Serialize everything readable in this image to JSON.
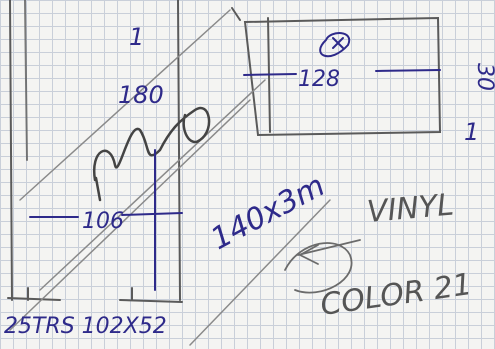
{
  "sketch": {
    "left_box_top_mark": "1",
    "left_box_height_label": "180",
    "left_box_width_label": "106",
    "right_box_width_label": "128",
    "right_box_height_label": "30",
    "right_box_bottom_mark": "1",
    "stock_size_note": "25TRS 102X52",
    "panel_size_note": "140x3m",
    "material_note_line1": "VINYL",
    "material_note_line2": "COLOR 21"
  },
  "colors": {
    "ink_blue": "#2e2a8a",
    "pencil_grey": "#555555",
    "grid": "#c9cfd9",
    "paper": "#f4f4f2"
  }
}
